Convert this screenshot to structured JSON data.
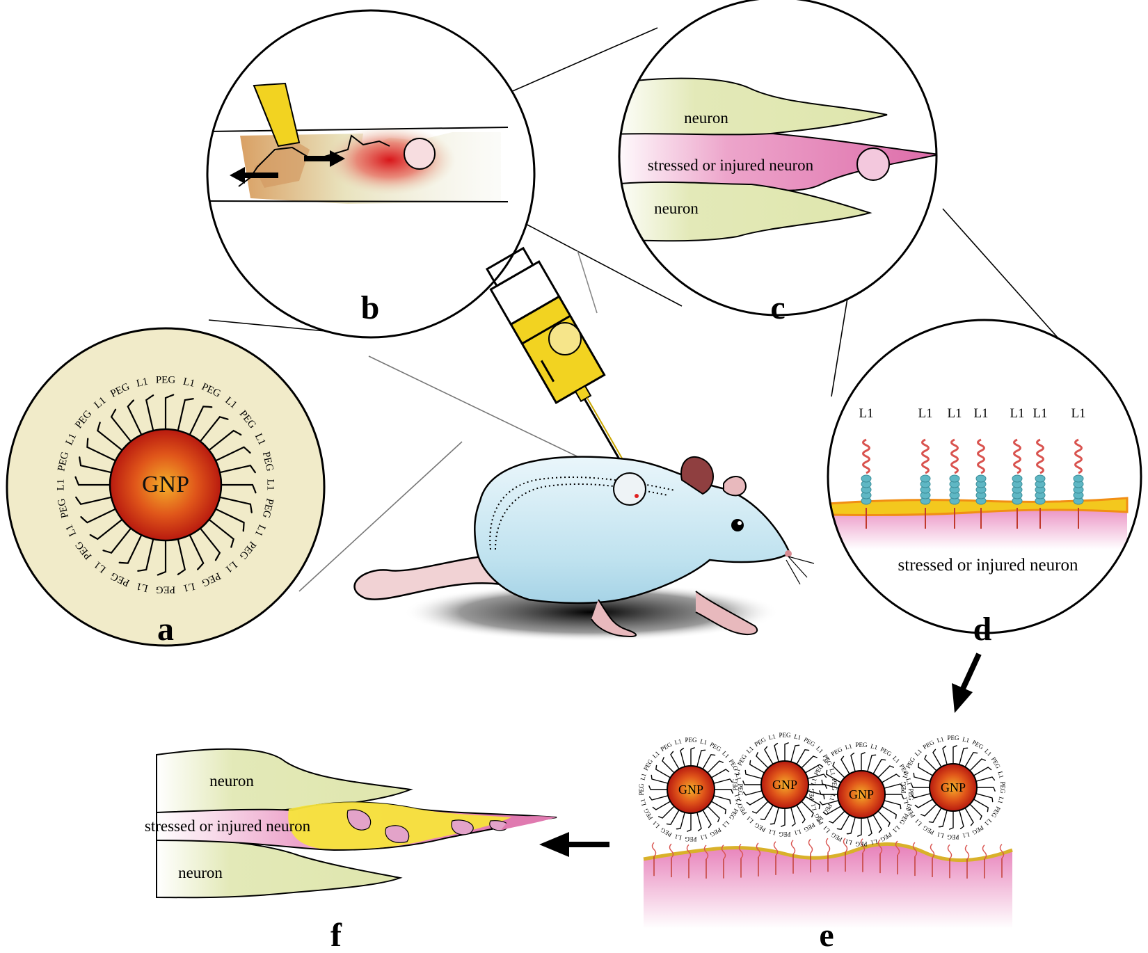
{
  "panels": {
    "a": {
      "letter": "a",
      "core_label": "GNP",
      "ligands": [
        "PEG",
        "L1"
      ]
    },
    "b": {
      "letter": "b"
    },
    "c": {
      "letter": "c",
      "neuron_top": "neuron",
      "stressed": "stressed or injured neuron",
      "neuron_bottom": "neuron"
    },
    "d": {
      "letter": "d",
      "receptor_label": "L1",
      "membrane_label": "stressed or injured neuron"
    },
    "e": {
      "letter": "e",
      "core_label": "GNP",
      "ligands": [
        "PEG",
        "L1"
      ]
    },
    "f": {
      "letter": "f",
      "neuron_top": "neuron",
      "stressed": "stressed or injured neuron",
      "neuron_bottom": "neuron"
    }
  },
  "colors": {
    "gnp_core": "#c0200e",
    "gnp_glow": "#f2a91c",
    "neuron_fill": "#e2e8b6",
    "stressed_fill": "#e07ab0",
    "membrane_fill": "#e684bc",
    "receptor_wave": "#d9534f",
    "receptor_beads": "#5fb7c4",
    "panel_a_bg": "#f1ebc9",
    "syringe_yellow": "#f2d321",
    "mouse_body": "#c9e6f1",
    "mouse_pink": "#d98c93",
    "injury_red": "#d41a1a",
    "gold_stain": "#f7e43b"
  },
  "icons": [
    "syringe-icon",
    "mouse-illustration",
    "arrow-icon"
  ]
}
